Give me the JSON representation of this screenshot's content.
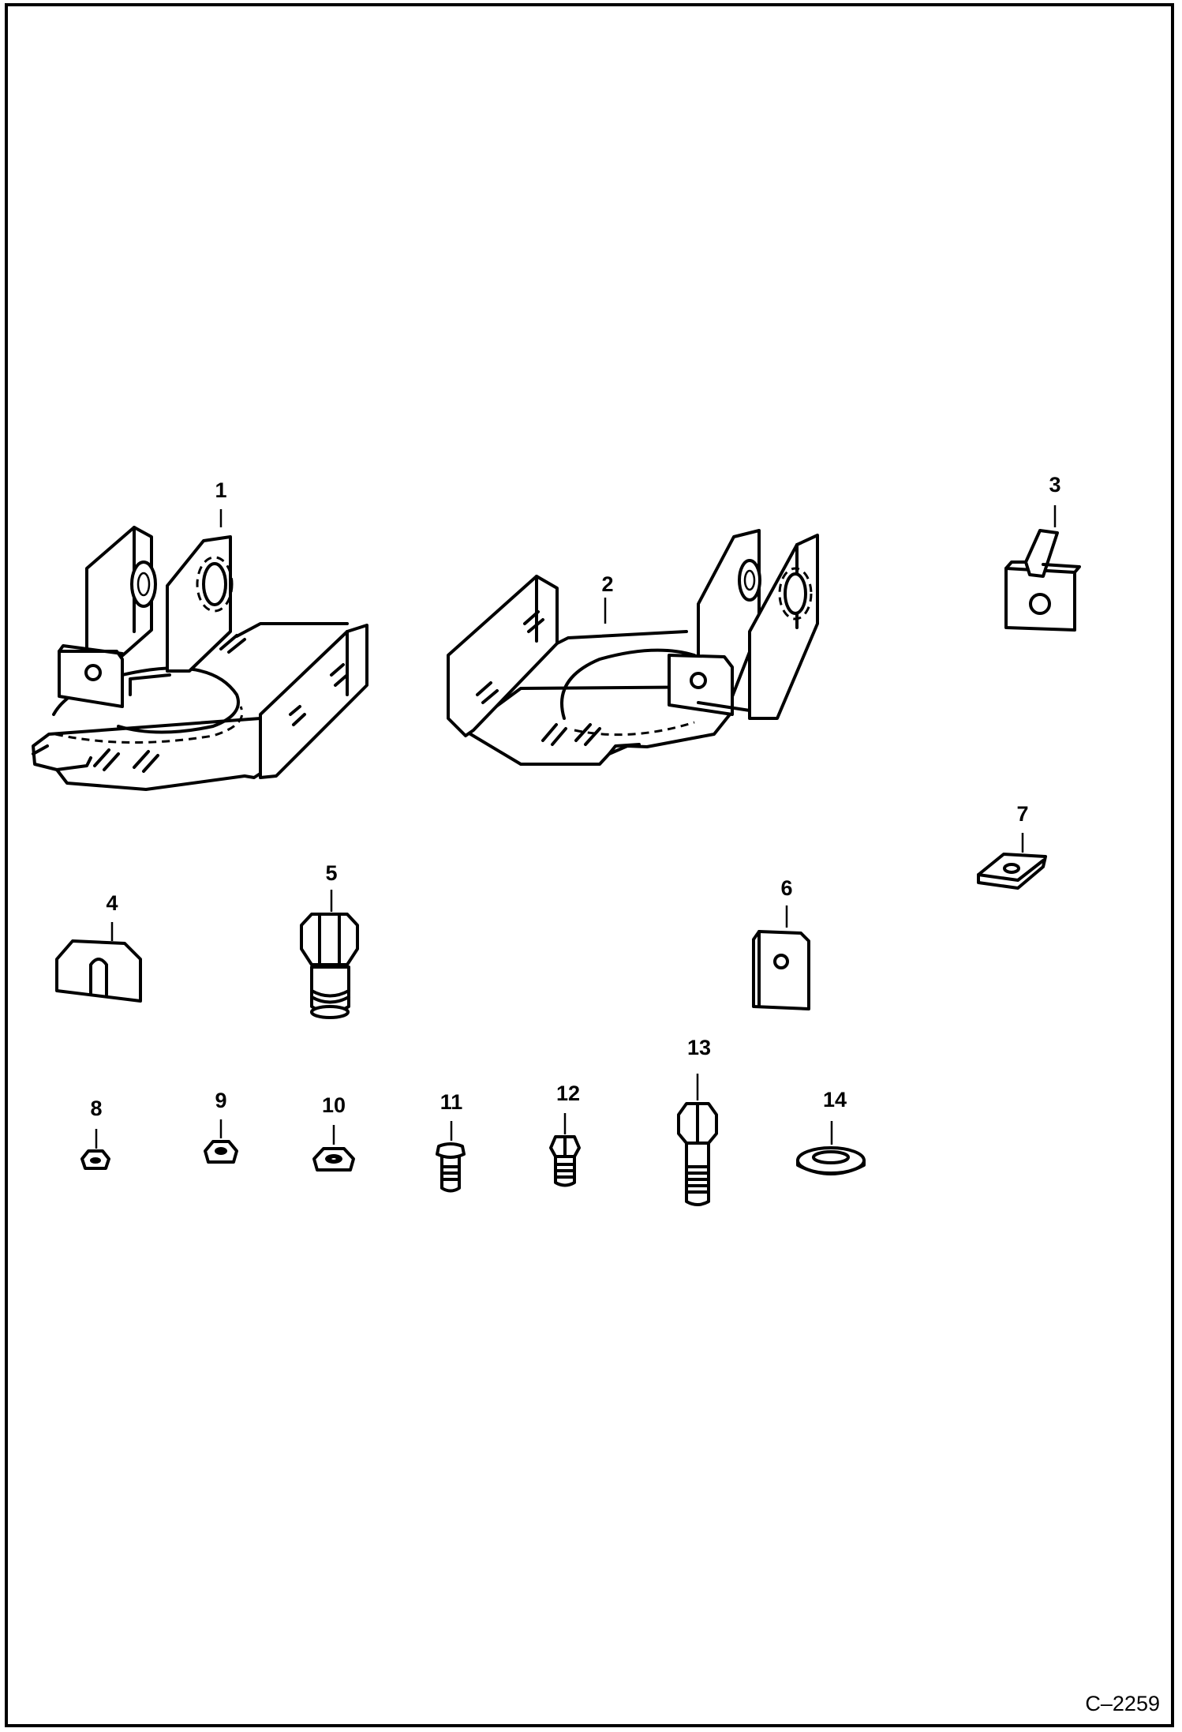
{
  "figure_code": "C–2259",
  "callouts": [
    {
      "id": "1",
      "label": "1"
    },
    {
      "id": "2",
      "label": "2"
    },
    {
      "id": "3",
      "label": "3"
    },
    {
      "id": "4",
      "label": "4"
    },
    {
      "id": "5",
      "label": "5"
    },
    {
      "id": "6",
      "label": "6"
    },
    {
      "id": "7",
      "label": "7"
    },
    {
      "id": "8",
      "label": "8"
    },
    {
      "id": "9",
      "label": "9"
    },
    {
      "id": "10",
      "label": "10"
    },
    {
      "id": "11",
      "label": "11"
    },
    {
      "id": "12",
      "label": "12"
    },
    {
      "id": "13",
      "label": "13"
    },
    {
      "id": "14",
      "label": "14"
    }
  ]
}
